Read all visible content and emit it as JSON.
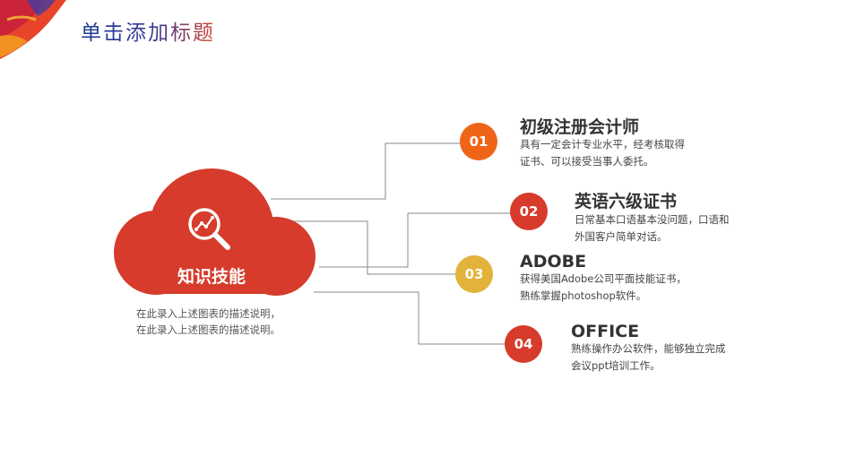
{
  "title": "单击添加标题",
  "center": {
    "label": "知识技能",
    "color": "#d63b2b",
    "description": [
      "在此录入上述图表的描述说明，",
      "在此录入上述图表的描述说明。"
    ],
    "icon": "magnifier-chart-icon"
  },
  "items": [
    {
      "number": "01",
      "title": "初级注册会计师",
      "desc": [
        "具有一定会计专业水平，经考核取得",
        "证书、可以接受当事人委托。"
      ],
      "color": "#f06418"
    },
    {
      "number": "02",
      "title": "英语六级证书",
      "desc": [
        "日常基本口语基本没问题，口语和",
        "外国客户简单对话。"
      ],
      "color": "#d63b2b"
    },
    {
      "number": "03",
      "title": "ADOBE",
      "desc": [
        "获得美国Adobe公司平面技能证书，",
        "熟练掌握photoshop软件。"
      ],
      "color": "#e2b33b"
    },
    {
      "number": "04",
      "title": "OFFICE",
      "desc": [
        "熟练操作办公软件，能够独立完成",
        "会议ppt培训工作。"
      ],
      "color": "#d63b2b"
    }
  ],
  "connector_color": "#8a8a8a"
}
